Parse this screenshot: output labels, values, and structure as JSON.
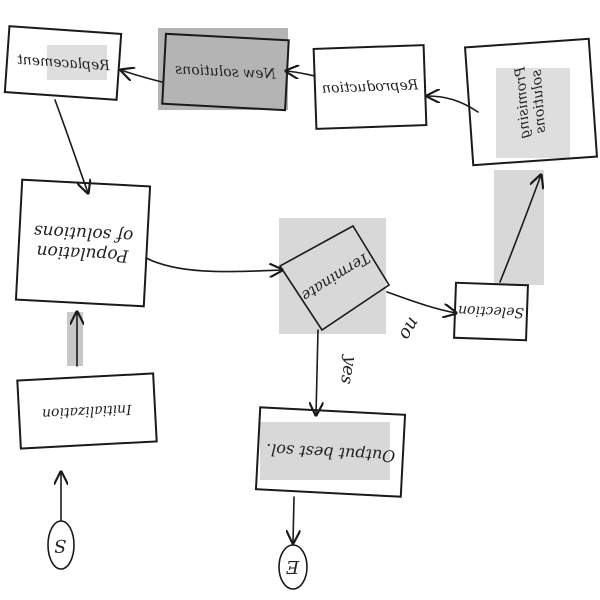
{
  "diagram": {
    "nodes": {
      "replacement": "Replacement",
      "new_solutions": "New solutions",
      "reproduction": "Reproduction",
      "promising_solutions": "Promising solutions",
      "population_of_solutions": "Population of solutions",
      "terminate": "Terminate",
      "selection": "Selection",
      "initialization": "Initialization",
      "output_best_sol": "Output best sol.",
      "start": "S",
      "end": "E"
    },
    "edge_labels": {
      "no": "no",
      "yes": "yes"
    }
  },
  "colors": {
    "ink": "#1a1a1a",
    "highlight_light": "#dadada",
    "highlight_dark": "#b4b4b4"
  }
}
